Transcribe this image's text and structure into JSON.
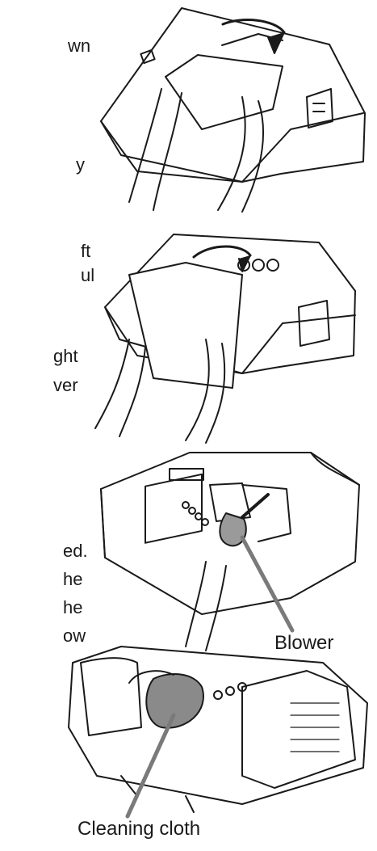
{
  "text_fragments": [
    "wn",
    "y",
    "ft",
    "ul",
    "ght",
    "ver",
    "ed.",
    "he",
    "he",
    "ow"
  ],
  "callouts": {
    "blower": "Blower",
    "cleaning_cloth": "Cleaning cloth"
  },
  "colors": {
    "line": "#1a1a1a",
    "cloth_gray": "#8a8a8a",
    "blower_gray": "#9a9a9a"
  }
}
